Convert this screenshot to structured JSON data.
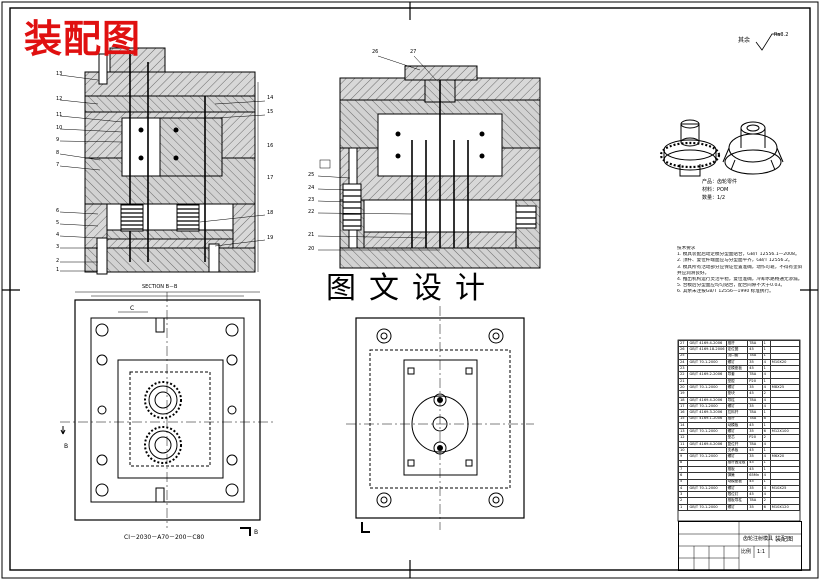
{
  "stamp_text": "装配图",
  "watermark_text": "图文设计",
  "roughness": "其余",
  "roughness_value": "Ra3.2",
  "section_label": "SECTION  B－B",
  "mold_code": "CI－2030－A70－200－C80",
  "view_arrow_left": "B",
  "view_arrow_right": "B",
  "view_arrow_c": "C",
  "product_info": {
    "name": "产品：齿轮零件",
    "material": "材料：POM",
    "quantity": "数量：1/2"
  },
  "notes": [
    "技术要求",
    "1. 模具装配后动定模分型面贴合，GB/T 12556.1—2008。",
    "2. 顶杆、复位杆端面应与分型面平齐，GB/T 12556.2。",
    "3. 模具所有活动部分应保证位置准确，动作可靠，不得有歪斜和卡滞现象，",
    "   并应润滑良好。",
    "4. 推出机构运行灵活平稳，复位准确，冷却水路畅通无渗漏。",
    "5. 合模后分型面应均匀贴合，配合间隙不大于0.03。",
    "6. 其余未注按GB/T 12556—1990 标准执行。"
  ],
  "left_callouts": [
    "13",
    "12",
    "11",
    "10",
    "9",
    "8",
    "7",
    "6",
    "5",
    "4",
    "3",
    "2",
    "1"
  ],
  "right_callouts": [
    "14",
    "15",
    "16",
    "17",
    "18",
    "19"
  ],
  "top_callouts": [
    "26",
    "27"
  ],
  "section_callouts": [
    "25",
    "24",
    "23",
    "22",
    "21",
    "20"
  ],
  "bom_rows": [
    [
      "27",
      "GB/T 4169.4-2006",
      "推杆",
      "T8A",
      "1",
      ""
    ],
    [
      "26",
      "GB/T 4169.18-2006",
      "定位圈",
      "45",
      "1",
      ""
    ],
    [
      "25",
      "",
      "浇口套",
      "T8A",
      "1",
      ""
    ],
    [
      "24",
      "GB/T 70.1-2000",
      "螺钉",
      "35",
      "4",
      "M10X20"
    ],
    [
      "23",
      "",
      "定模座板",
      "45",
      "1",
      ""
    ],
    [
      "22",
      "GB/T 4169.2-2006",
      "导套",
      "T8A",
      "4",
      ""
    ],
    [
      "21",
      "",
      "型腔",
      "P20",
      "1",
      ""
    ],
    [
      "20",
      "GB/T 70.1-2000",
      "螺钉",
      "35",
      "4",
      "M8X25"
    ],
    [
      "19",
      "",
      "垫块",
      "45",
      "2",
      ""
    ],
    [
      "18",
      "GB/T 4169.4-2006",
      "导柱",
      "T8A",
      "4",
      ""
    ],
    [
      "17",
      "GB/T 70.1-2000",
      "螺钉",
      "35",
      "4",
      ""
    ],
    [
      "16",
      "GB/T 4169.3-2006",
      "拉料杆",
      "T8A",
      "1",
      ""
    ],
    [
      "15",
      "GB/T 4169.1-2006",
      "推杆",
      "T8A",
      "8",
      ""
    ],
    [
      "14",
      "",
      "动模板",
      "45",
      "1",
      ""
    ],
    [
      "13",
      "GB/T 70.1-2000",
      "螺钉",
      "35",
      "6",
      "M12X100"
    ],
    [
      "12",
      "",
      "型芯",
      "P20",
      "2",
      ""
    ],
    [
      "11",
      "GB/T 4169.4-2006",
      "复位杆",
      "T8A",
      "4",
      ""
    ],
    [
      "10",
      "",
      "支承板",
      "45",
      "1",
      ""
    ],
    [
      "9",
      "GB/T 70.1-2000",
      "螺钉",
      "35",
      "4",
      "M6X20"
    ],
    [
      "8",
      "",
      "推杆固定板",
      "45",
      "1",
      ""
    ],
    [
      "7",
      "",
      "推板",
      "45",
      "1",
      ""
    ],
    [
      "6",
      "",
      "弹簧",
      "65Mn",
      "4",
      ""
    ],
    [
      "5",
      "",
      "动模座板",
      "45",
      "1",
      ""
    ],
    [
      "4",
      "GB/T 70.1-2000",
      "螺钉",
      "35",
      "4",
      "M10X25"
    ],
    [
      "3",
      "",
      "限位钉",
      "45",
      "4",
      ""
    ],
    [
      "2",
      "",
      "推板导柱",
      "T8A",
      "2",
      ""
    ],
    [
      "1",
      "GB/T 70.1-2000",
      "螺钉",
      "35",
      "6",
      "M10X120"
    ]
  ],
  "title_block": {
    "drawing_name": "齿轮注射模具",
    "title": "装配图",
    "scale_label": "比例",
    "scale": "1:1"
  }
}
